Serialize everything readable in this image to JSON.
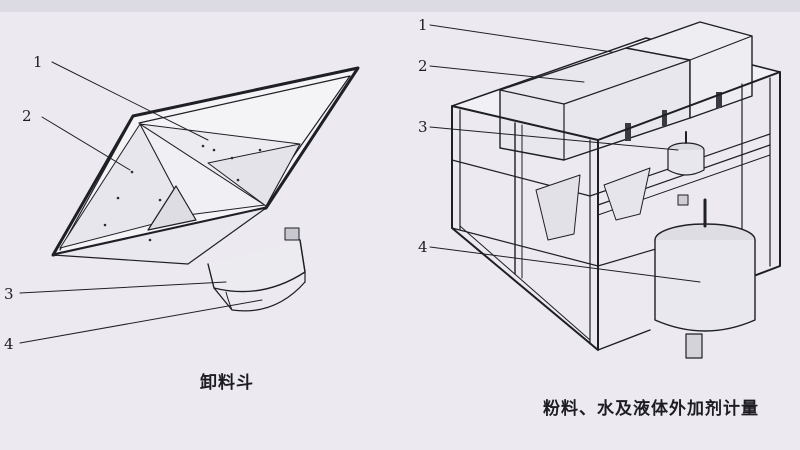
{
  "left_figure": {
    "caption": "卸料斗",
    "callouts": [
      "1",
      "2",
      "3",
      "4"
    ]
  },
  "right_figure": {
    "caption": "粉料、水及液体外加剂计量",
    "callouts": [
      "1",
      "2",
      "3",
      "4"
    ]
  },
  "colors": {
    "paper": "#eceaf0",
    "ink": "#1d1d23"
  }
}
